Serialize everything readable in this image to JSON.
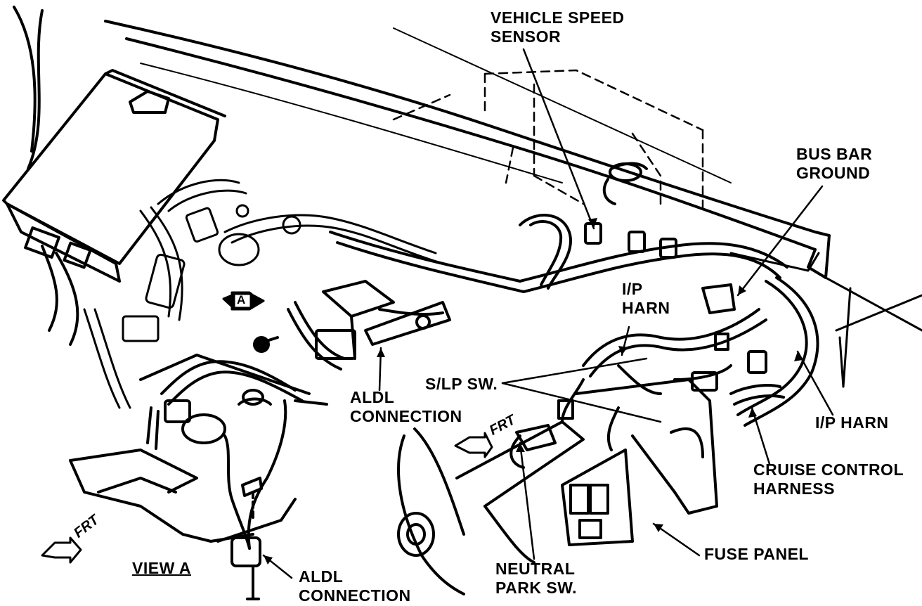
{
  "labels": {
    "vehicle_speed_sensor": [
      "VEHICLE SPEED",
      "SENSOR"
    ],
    "bus_bar_ground": [
      "BUS BAR",
      "GROUND"
    ],
    "ip_harn_upper": [
      "I/P",
      "HARN"
    ],
    "slp_sw": "S/LP SW.",
    "aldl_connection_center": [
      "ALDL",
      "CONNECTION"
    ],
    "ip_harn_right": "I/P HARN",
    "cruise_control_harness": [
      "CRUISE CONTROL",
      "HARNESS"
    ],
    "fuse_panel": "FUSE PANEL",
    "neutral_park_sw": [
      "NEUTRAL",
      "PARK SW."
    ],
    "view_a_title": "VIEW A",
    "aldl_connection_view_a": [
      "ALDL",
      "CONNECTION"
    ],
    "frt_center": "FRT",
    "frt_left": "FRT",
    "view_a_marker": "A"
  }
}
